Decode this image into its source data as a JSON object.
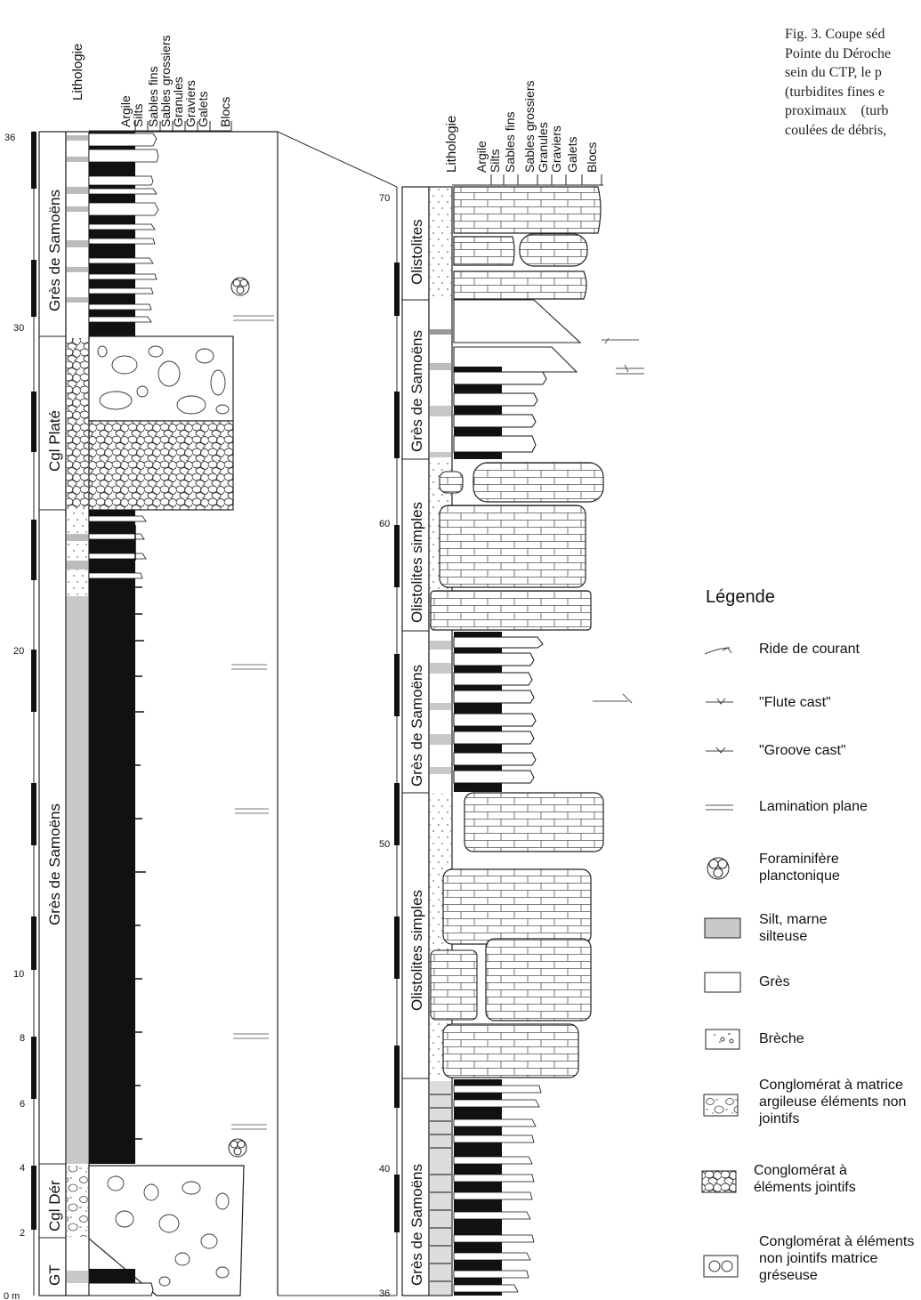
{
  "caption": {
    "lines": [
      "Fig. 3. Coupe séd",
      "Pointe du Déroche",
      "sein du CTP, le p",
      "(turbidites fines e",
      "proximaux    (turb",
      "coulées de débris,"
    ]
  },
  "column_headers": {
    "lithology": "Lithologie",
    "grain_sizes": [
      "Argile",
      "Silts",
      "Sables fins",
      "Sables grossiers",
      "Granules",
      "Graviers",
      "Galets",
      "Blocs"
    ]
  },
  "left_column": {
    "depth_labels": [
      "36",
      "30",
      "20",
      "10",
      "8",
      "6",
      "4",
      "2",
      "0 m"
    ],
    "units": [
      "Grès de Samoëns",
      "Cgl Platé",
      "Grès de Samoëns",
      "Cgl Dér",
      "GT"
    ]
  },
  "right_column": {
    "depth_labels": [
      "70",
      "60",
      "50",
      "40",
      "36"
    ],
    "units": [
      "Olistolites",
      "Grès de Samoëns",
      "Olistolites simples",
      "Grès de Samoëns",
      "Olistolites simples",
      "Grès de Samoëns"
    ]
  },
  "legend": {
    "title": "Légende",
    "items": [
      {
        "label": "Ride de courant",
        "icon": "ripple-icon"
      },
      {
        "label": "\"Flute cast\"",
        "icon": "flute-cast-icon"
      },
      {
        "label": "\"Groove cast\"",
        "icon": "groove-cast-icon"
      },
      {
        "label": "Lamination plane",
        "icon": "lamination-icon"
      },
      {
        "label": "Foraminifère planctonique",
        "icon": "foraminifera-icon"
      },
      {
        "label": "Silt, marne silteuse",
        "icon": "silt-swatch",
        "color": "#c8c8c8"
      },
      {
        "label": "Grès",
        "icon": "sandstone-swatch",
        "color": "#ffffff"
      },
      {
        "label": "Brèche",
        "icon": "breccia-swatch"
      },
      {
        "label": "Conglomérat à matrice argileuse éléments non jointifs",
        "icon": "conglomerate-clay-swatch"
      },
      {
        "label": "Conglomérat à éléments jointifs",
        "icon": "conglomerate-jointive-swatch"
      },
      {
        "label": "Conglomérat à éléments non jointifs matrice gréseuse",
        "icon": "conglomerate-sand-swatch"
      }
    ]
  }
}
